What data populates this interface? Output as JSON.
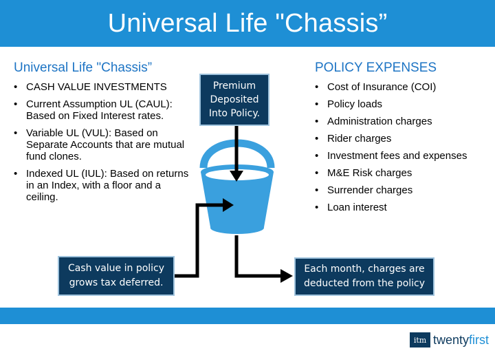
{
  "title": "Universal Life \"Chassis”",
  "left": {
    "heading": "Universal Life \"Chassis”",
    "items": [
      "CASH VALUE INVESTMENTS",
      "Current Assumption UL (CAUL): Based on Fixed Interest rates.",
      "Variable UL (VUL): Based on Separate Accounts that are mutual fund clones.",
      "Indexed UL (IUL): Based on returns in an Index, with a floor and a ceiling."
    ]
  },
  "right": {
    "heading": "POLICY EXPENSES",
    "items": [
      "Cost of Insurance (COI)",
      "Policy loads",
      "Administration charges",
      "Rider charges",
      "Investment fees and expenses",
      "M&E Risk charges",
      "Surrender charges",
      "Loan interest"
    ]
  },
  "boxes": {
    "premium": "Premium Deposited Into Policy.",
    "cash": "Cash value in policy grows tax deferred.",
    "charges": "Each month, charges are deducted from the policy"
  },
  "logo": {
    "mark": "itm",
    "word_light": "twenty",
    "word_bold": "first"
  },
  "icons": {
    "bucket": "bucket-icon"
  },
  "colors": {
    "accent": "#1e8fd5",
    "navy": "#0d3a5e",
    "heading": "#1d74c4",
    "bucket": "#3aa0de"
  }
}
